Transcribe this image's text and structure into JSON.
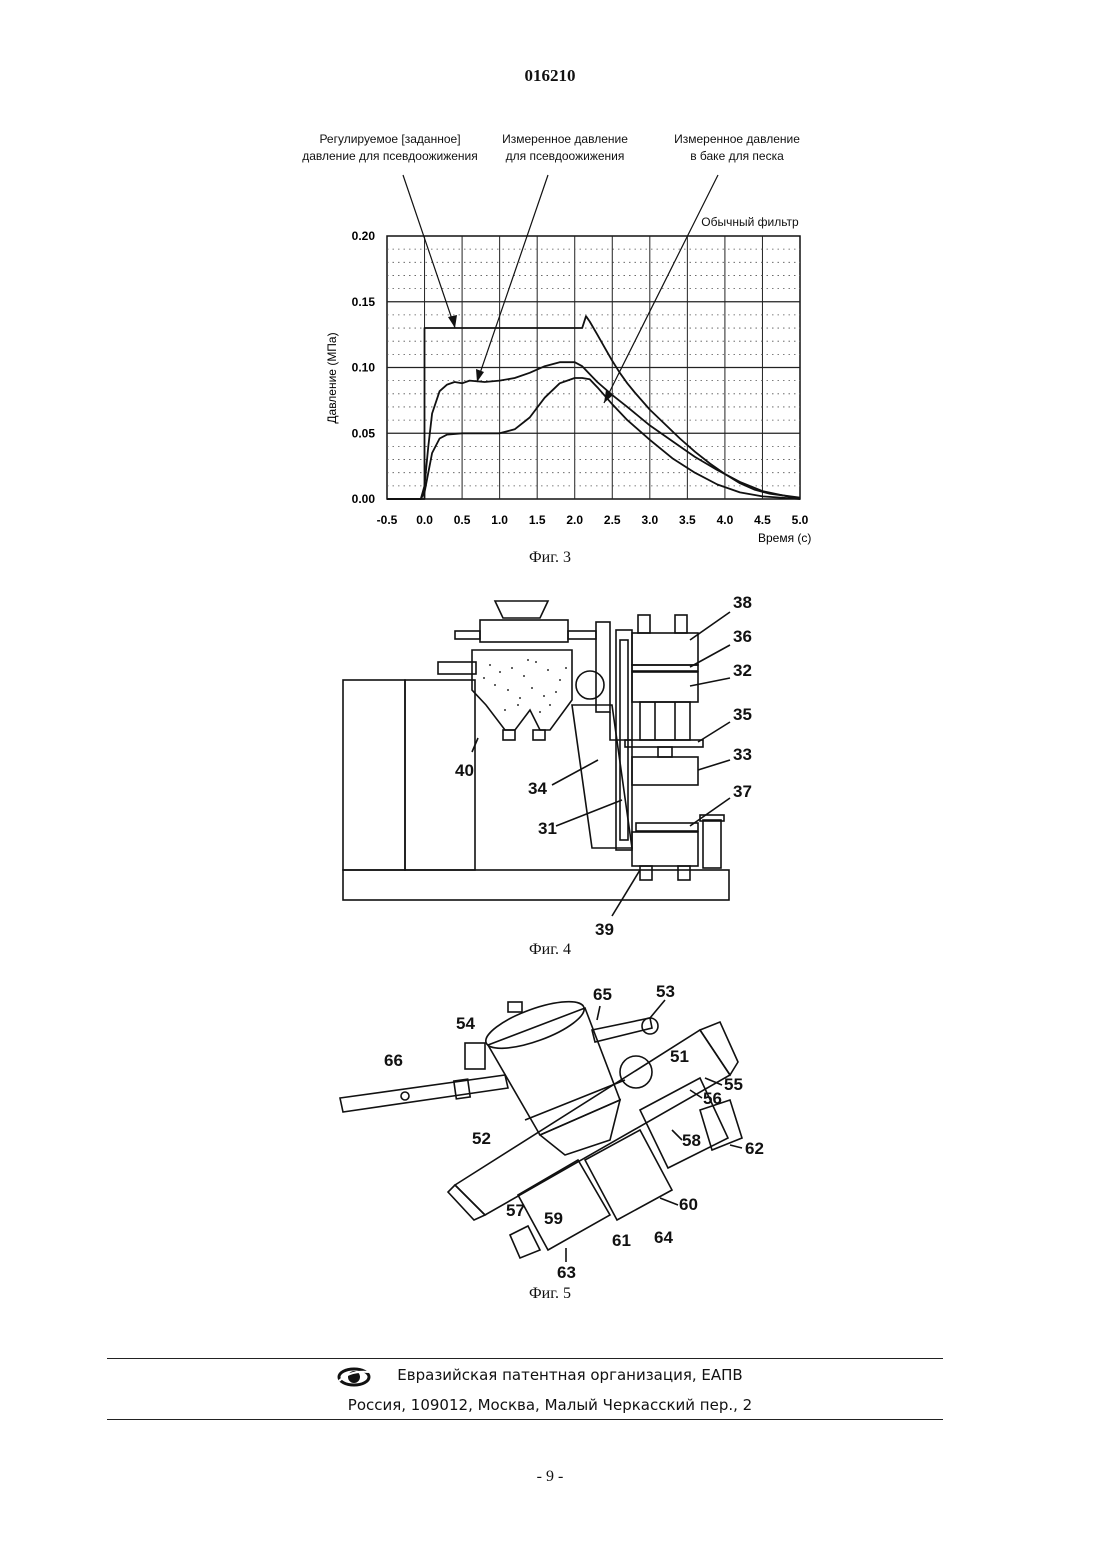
{
  "header": {
    "doc_number": "016210"
  },
  "figure3": {
    "caption": "Фиг. 3",
    "annotations": {
      "set_pressure_line1": "Регулируемое [заданное]",
      "set_pressure_line2": "давление для псевдоожижения",
      "measured_fluid_line1": "Измеренное давление",
      "measured_fluid_line2": "для псевдоожижения",
      "measured_tank_line1": "Измеренное давление",
      "measured_tank_line2": "в баке для песка",
      "normal_filter": "Обычный фильтр"
    }
  },
  "chart_data": {
    "type": "line",
    "xlabel": "Время (с)",
    "ylabel": "Давление (МПа)",
    "xlim": [
      -0.5,
      5.0
    ],
    "ylim": [
      0.0,
      0.2
    ],
    "grid": true,
    "x_ticks": [
      "-0.5",
      "0.0",
      "0.5",
      "1.0",
      "1.5",
      "2.0",
      "2.5",
      "3.0",
      "3.5",
      "4.0",
      "4.5",
      "5.0"
    ],
    "y_ticks": [
      "0.00",
      "0.05",
      "0.10",
      "0.15",
      "0.20"
    ],
    "series": [
      {
        "x": [
          -0.5,
          0.0,
          0.0,
          2.1,
          2.1,
          2.15,
          2.2,
          2.3,
          2.4,
          2.5,
          2.6,
          2.7,
          2.8,
          3.0,
          3.2,
          3.4,
          3.6,
          3.8,
          4.0,
          4.2,
          4.4,
          4.6,
          5.0
        ],
        "y": [
          0.0,
          0.0,
          0.13,
          0.13,
          0.13,
          0.139,
          0.135,
          0.125,
          0.115,
          0.105,
          0.096,
          0.088,
          0.081,
          0.068,
          0.057,
          0.046,
          0.036,
          0.027,
          0.019,
          0.012,
          0.007,
          0.004,
          0.001
        ]
      },
      {
        "x": [
          -0.5,
          -0.05,
          0.0,
          0.05,
          0.1,
          0.2,
          0.3,
          0.4,
          0.5,
          0.6,
          0.8,
          1.0,
          1.2,
          1.4,
          1.6,
          1.8,
          2.0,
          2.1,
          2.2,
          2.3,
          2.5,
          2.7,
          3.0,
          3.3,
          3.6,
          3.9,
          4.2,
          4.5,
          5.0
        ],
        "y": [
          0.0,
          0.0,
          0.01,
          0.04,
          0.065,
          0.082,
          0.087,
          0.089,
          0.088,
          0.09,
          0.089,
          0.09,
          0.092,
          0.096,
          0.101,
          0.104,
          0.104,
          0.101,
          0.095,
          0.089,
          0.079,
          0.07,
          0.056,
          0.044,
          0.032,
          0.022,
          0.013,
          0.006,
          0.0
        ]
      },
      {
        "x": [
          -0.5,
          -0.05,
          0.0,
          0.05,
          0.1,
          0.2,
          0.3,
          0.5,
          0.8,
          1.0,
          1.2,
          1.4,
          1.6,
          1.8,
          2.0,
          2.1,
          2.2,
          2.3,
          2.5,
          2.7,
          3.0,
          3.3,
          3.6,
          3.9,
          4.2,
          4.5,
          5.0
        ],
        "y": [
          0.0,
          0.0,
          0.005,
          0.02,
          0.035,
          0.046,
          0.049,
          0.05,
          0.05,
          0.05,
          0.053,
          0.062,
          0.077,
          0.088,
          0.092,
          0.092,
          0.091,
          0.085,
          0.072,
          0.06,
          0.045,
          0.031,
          0.02,
          0.011,
          0.005,
          0.002,
          0.0
        ]
      }
    ]
  },
  "figure4": {
    "caption": "Фиг. 4",
    "labels": [
      "38",
      "36",
      "32",
      "35",
      "33",
      "37",
      "40",
      "34",
      "31",
      "39"
    ]
  },
  "figure5": {
    "caption": "Фиг. 5",
    "labels": [
      "65",
      "53",
      "54",
      "51",
      "66",
      "55",
      "56",
      "62",
      "52",
      "58",
      "60",
      "57",
      "59",
      "61",
      "64",
      "63"
    ]
  },
  "footer": {
    "org_line": "Евразийская патентная организация, ЕАПВ",
    "address_line": "Россия, 109012, Москва, Малый Черкасский пер., 2"
  },
  "page_number": "- 9 -"
}
